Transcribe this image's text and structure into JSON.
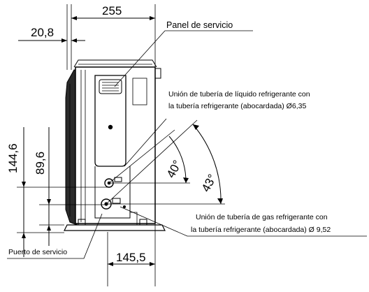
{
  "dimensions": {
    "width_top": "255",
    "offset_top": "20,8",
    "height_left": "144,6",
    "height_inner": "89,6",
    "width_bottom": "145,5",
    "angle_liquid": "40°",
    "angle_gas": "43°"
  },
  "labels": {
    "service_panel": "Panel de servicio",
    "liquid_line1": "Unión de tubería de líquido refrigerante con",
    "liquid_line2": "la tubería refrigerante (abocardada) Ø6,35",
    "gas_line1": "Unión de tubería de gas refrigerante con",
    "gas_line2": "la tubería refrigerante (abocardada) Ø 9,52",
    "service_port": "Puerto de servicio"
  }
}
